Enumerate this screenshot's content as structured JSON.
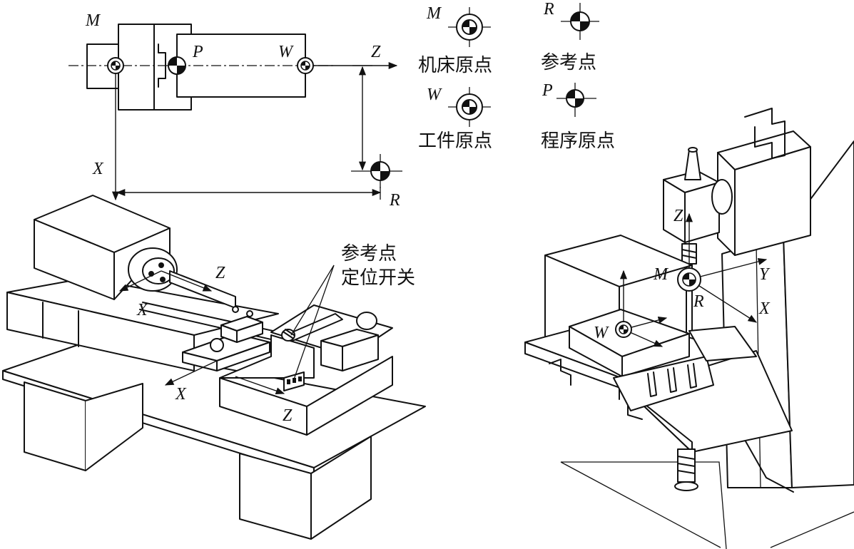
{
  "legend": {
    "machine_origin": {
      "letter": "M",
      "caption": "机床原点"
    },
    "reference_point": {
      "letter": "R",
      "caption": "参考点"
    },
    "workpiece_origin": {
      "letter": "W",
      "caption": "工件原点"
    },
    "program_origin": {
      "letter": "P",
      "caption": "程序原点"
    }
  },
  "top_diagram": {
    "labels": {
      "m": "M",
      "p": "P",
      "w": "W",
      "z": "Z",
      "x": "X",
      "r": "R"
    }
  },
  "lathe": {
    "axis_z": "Z",
    "axis_x": "X",
    "carriage_x": "X",
    "carriage_z": "Z",
    "callout_line1": "参考点",
    "callout_line2": "定位开关"
  },
  "mill": {
    "z": "Z",
    "y": "Y",
    "x": "X",
    "m": "M",
    "r": "R",
    "w": "W"
  }
}
